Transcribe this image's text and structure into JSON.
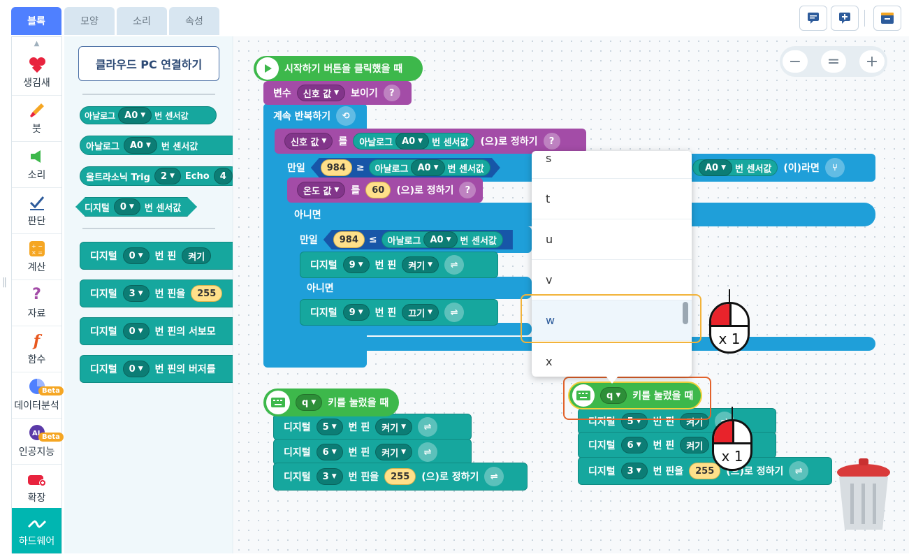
{
  "tabs": [
    {
      "label": "블록",
      "active": true
    },
    {
      "label": "모양",
      "active": false
    },
    {
      "label": "소리",
      "active": false
    },
    {
      "label": "속성",
      "active": false
    }
  ],
  "toolbar": {
    "icons": [
      "comment-icon",
      "add-comment-icon",
      "storage-icon"
    ]
  },
  "categories": [
    {
      "label": "생김새",
      "icon": "shapes-icon"
    },
    {
      "label": "붓",
      "icon": "brush-icon"
    },
    {
      "label": "소리",
      "icon": "speaker-icon"
    },
    {
      "label": "판단",
      "icon": "check-icon"
    },
    {
      "label": "계산",
      "icon": "calculator-icon"
    },
    {
      "label": "자료",
      "icon": "question-icon"
    },
    {
      "label": "함수",
      "icon": "function-icon"
    },
    {
      "label": "데이터분석",
      "icon": "pie-chart-icon",
      "badge": "Beta"
    },
    {
      "label": "인공지능",
      "icon": "ai-icon",
      "badge": "Beta"
    },
    {
      "label": "확장",
      "icon": "extension-icon"
    },
    {
      "label": "하드웨어",
      "icon": "hardware-icon",
      "selected": true
    }
  ],
  "palette": {
    "cloud_button": "클라우드 PC 연결하기",
    "blocks": {
      "analog1": {
        "a": "아날로그",
        "v": "A0",
        "b": "번 센서값"
      },
      "analog2": {
        "a": "아날로그",
        "v": "A0",
        "b": "번 센서값"
      },
      "ultra": {
        "a": "울트라소닉 Trig",
        "v": "2",
        "b": "Echo",
        "c": "4"
      },
      "digital_read": {
        "a": "디지털",
        "v": "0",
        "b": "번 센서값"
      },
      "dw1": {
        "a": "디지털",
        "v": "0",
        "b": "번 핀",
        "c": "켜기"
      },
      "dw2": {
        "a": "디지털",
        "v": "3",
        "b": "번 핀을",
        "c": "255"
      },
      "dw3": {
        "a": "디지털",
        "v": "0",
        "b": "번 핀의 서보모"
      },
      "dw4": {
        "a": "디지털",
        "v": "0",
        "b": "번 핀의 버저를"
      }
    }
  },
  "workspace": {
    "start_block": "시작하기 버튼을 클릭했을 때",
    "show_var": {
      "a": "변수",
      "v": "신호 값",
      "b": "보이기"
    },
    "forever": "계속 반복하기",
    "set_signal": {
      "v": "신호 값",
      "a": "를",
      "b": "아날로그",
      "c": "A0",
      "d": "번 센서값",
      "e": "(으)로 정하기"
    },
    "if1": {
      "a": "만일",
      "n": "984",
      "op": "≥",
      "b": "아날로그",
      "c": "A0",
      "d": "번 센서값",
      "c2": "A0",
      "d2": "번 센서값",
      "e": "(이)라면"
    },
    "set_temp": {
      "v": "온도 값",
      "a": "를",
      "n": "60",
      "b": "(으)로 정하기"
    },
    "else1": "아니면",
    "if2": {
      "a": "만일",
      "n": "984",
      "op": "≤",
      "b": "아날로그",
      "c": "A0",
      "d": "번 센서값"
    },
    "dw_on": {
      "a": "디지털",
      "v": "9",
      "b": "번 핀",
      "c": "켜기"
    },
    "else2": "아니면",
    "dw_off": {
      "a": "디지털",
      "v": "9",
      "b": "번 핀",
      "c": "끄기"
    },
    "key_block_left": {
      "k": "q",
      "a": "키를 눌렀을 때"
    },
    "left_rows": [
      {
        "a": "디지털",
        "v": "5",
        "b": "번 핀",
        "c": "켜기"
      },
      {
        "a": "디지털",
        "v": "6",
        "b": "번 핀",
        "c": "켜기"
      },
      {
        "a": "디지털",
        "v": "3",
        "b": "번 핀을",
        "c": "255",
        "d": "(으)로 정하기"
      }
    ],
    "key_block_right": {
      "k": "q",
      "a": "키를 눌렀을 때"
    },
    "right_rows": [
      {
        "a": "디지털",
        "v": "5",
        "b": "번 핀",
        "c": "켜기"
      },
      {
        "a": "디지털",
        "v": "6",
        "b": "번 핀",
        "c": "켜기"
      },
      {
        "a": "디지털",
        "v": "3",
        "b": "번 핀을",
        "c": "255",
        "d": "(으)로 정하기"
      }
    ]
  },
  "dropdown": {
    "items": [
      "s",
      "t",
      "u",
      "v",
      "w",
      "x"
    ],
    "highlighted": "w"
  },
  "mouse_badges": [
    {
      "count": "x 1"
    },
    {
      "count": "x 1"
    }
  ],
  "zoom": {
    "minus": "−",
    "reset": "=",
    "plus": "+"
  },
  "colors": {
    "highlight_yellow": "#f2b33a",
    "highlight_orange": "#e2622b",
    "teal": "#16a79e",
    "blue": "#1f9fd9",
    "purple": "#a34ca7",
    "green": "#3db84b"
  }
}
